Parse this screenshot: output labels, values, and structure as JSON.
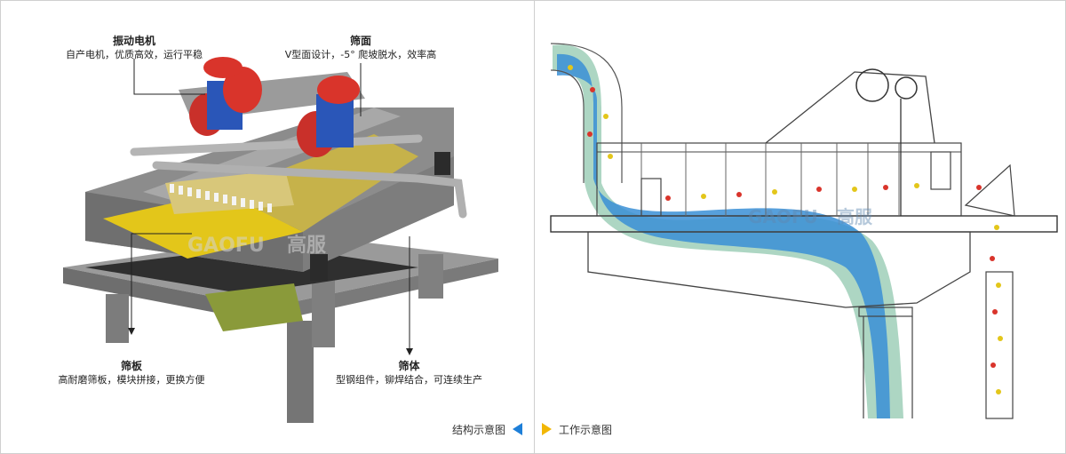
{
  "callouts": {
    "motor": {
      "title": "振动电机",
      "desc": "自产电机，优质高效，运行平稳"
    },
    "screen_surface": {
      "title": "筛面",
      "desc": "V型面设计，-5° 爬坡脱水，效率高"
    },
    "screen_plate": {
      "title": "筛板",
      "desc": "高耐磨筛板，模块拼接，更换方便"
    },
    "screen_body": {
      "title": "筛体",
      "desc": "型钢组件，铆焊结合，可连续生产"
    }
  },
  "watermark": {
    "left_brand": "GAOFU",
    "left_cn": "高服",
    "right_brand": "GAOFU",
    "right_cn": "高服"
  },
  "nav": {
    "structure_label": "结构示意图",
    "working_label": "工作示意图"
  },
  "colors": {
    "motor_red": "#d9342b",
    "motor_blue": "#2a56b8",
    "plate_yellow": "#e3c61a",
    "steel": "#8c8c8c",
    "water_blue": "#3a8fd6",
    "water_green": "#9fcfb8",
    "accent_blue": "#1e7fd8",
    "accent_yellow": "#f2b705"
  }
}
